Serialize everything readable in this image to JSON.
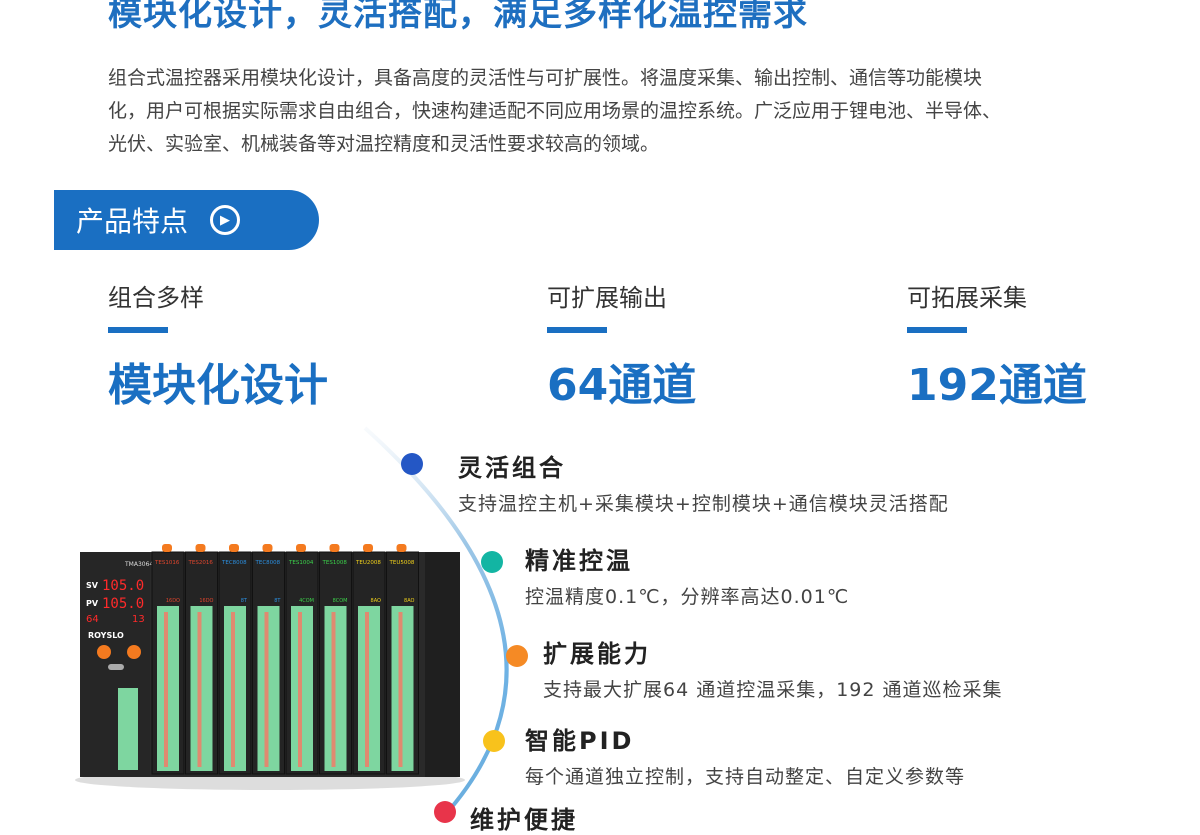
{
  "title": "模块化设计，灵活搭配，满足多样化温控需求",
  "intro": [
    "组合式温控器采用模块化设计，具备高度的灵活性与可扩展性。将温度采集、输出控制、通信等功能模块",
    "化，用户可根据实际需求自由组合，快速构建适配不同应用场景的温控系统。广泛应用于锂电池、半导体、",
    "光伏、实验室、机械装备等对温控精度和灵活性要求较高的领域。"
  ],
  "badge": {
    "label": "产品特点",
    "icon": "arrow-right-circle-icon"
  },
  "stats": [
    {
      "label": "组合多样",
      "value": "模块化设计"
    },
    {
      "label": "可扩展输出",
      "value": "64通道"
    },
    {
      "label": "可拓展采集",
      "value": "192通道"
    }
  ],
  "features": [
    {
      "title": "灵活组合",
      "desc": "支持温控主机+采集模块+控制模块+通信模块灵活搭配",
      "color": "#2457c5"
    },
    {
      "title": "精准控温",
      "desc": "控温精度0.1℃，分辨率高达0.01℃",
      "color": "#13b5a3"
    },
    {
      "title": "扩展能力",
      "desc": "支持最大扩展64 通道控温采集，192 通道巡检采集",
      "color": "#f58a25"
    },
    {
      "title": "智能PID",
      "desc": "每个通道独立控制，支持自动整定、自定义参数等",
      "color": "#f8c21c"
    },
    {
      "title": "维护便捷",
      "desc": "",
      "color": "#e8344a"
    }
  ],
  "device": {
    "brand": "ROYSLO",
    "main_model": "TMA3064",
    "sv_label": "SV",
    "sv": "105.0",
    "pv_label": "PV",
    "pv": "105.0",
    "ch": "64",
    "mv": "13",
    "modules": [
      {
        "model": "TES1016",
        "type": "16DO",
        "color": "#e0452d"
      },
      {
        "model": "TES2016",
        "type": "16DO",
        "color": "#e0452d"
      },
      {
        "model": "TEC8008",
        "type": "8T",
        "color": "#2b8fe0"
      },
      {
        "model": "TEC8008",
        "type": "8T",
        "color": "#2b8fe0"
      },
      {
        "model": "TES1004",
        "type": "4COM",
        "color": "#3bd24a"
      },
      {
        "model": "TES1008",
        "type": "8COM",
        "color": "#3bd24a"
      },
      {
        "model": "TEU2008",
        "type": "8AO",
        "color": "#f2d21b"
      },
      {
        "model": "TEU5008",
        "type": "8AO",
        "color": "#f2d21b"
      }
    ]
  }
}
